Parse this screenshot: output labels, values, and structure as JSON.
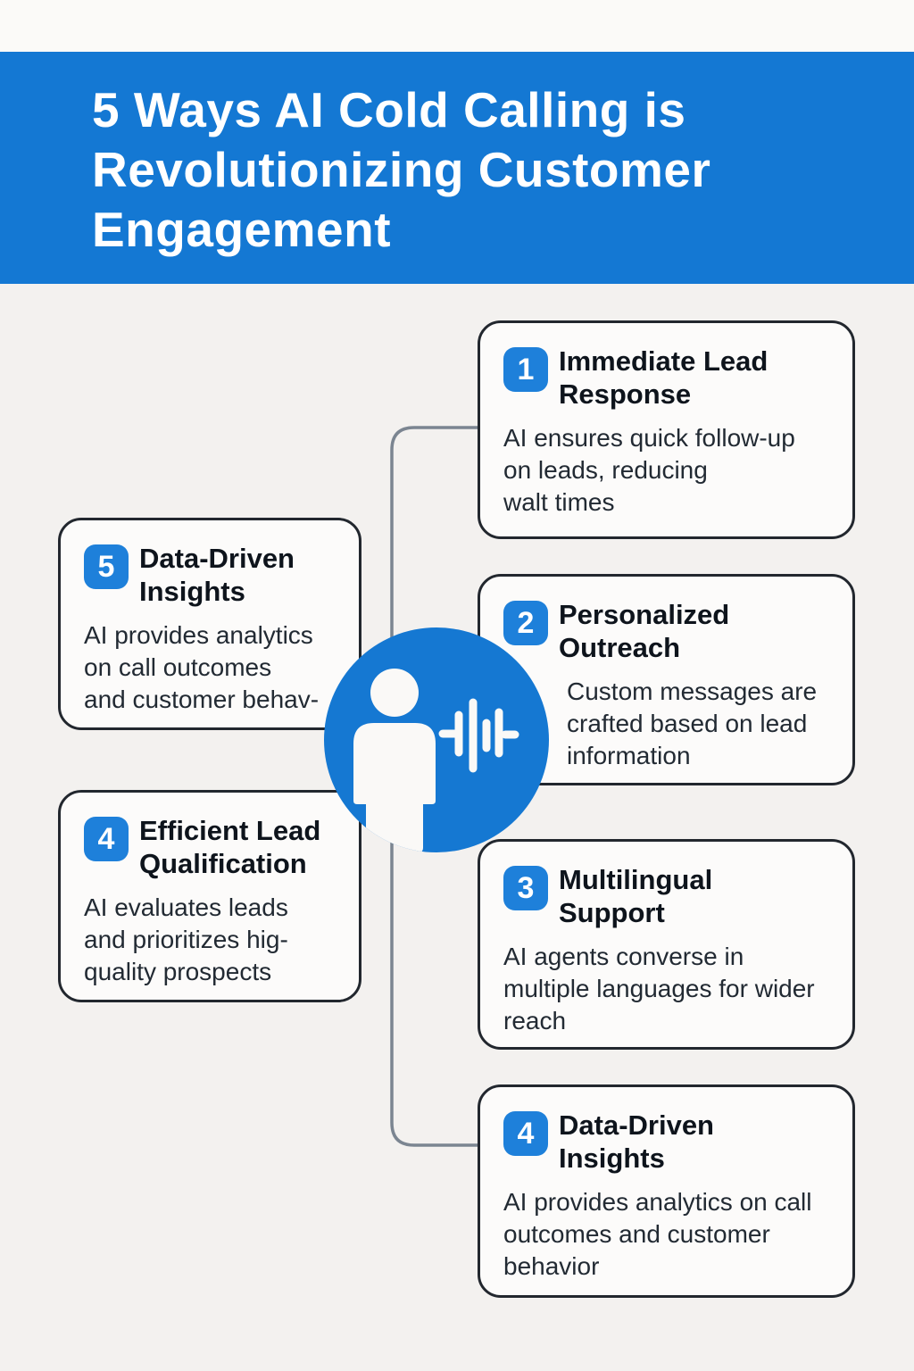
{
  "header": {
    "title": "5 Ways AI Cold Calling is\nRevolutionizing Customer\nEngagement"
  },
  "cards": {
    "right": [
      {
        "number": "1",
        "title": "Immediate Lead\nResponse",
        "body": "AI ensures quick follow-up\non leads, reducing\nwalt times"
      },
      {
        "number": "2",
        "title": "Personalized\nOutreach",
        "body": "Custom messages are\ncrafted based on lead\ninformation"
      },
      {
        "number": "3",
        "title": "Multilingual\nSupport",
        "body": "AI agents converse in\nmultiple languages for wider\nreach"
      },
      {
        "number": "4",
        "title": "Data-Driven\nInsights",
        "body": "AI provides analytics on call\noutcomes and customer\nbehavior"
      }
    ],
    "left": [
      {
        "number": "5",
        "title": "Data-Driven\nInsights",
        "body": "AI provides analytics\non call outcomes\nand customer behav-"
      },
      {
        "number": "4",
        "title": "Efficient Lead\nQualification",
        "body": "AI evaluates leads\nand prioritizes hig-\nquality prospects"
      }
    ]
  },
  "icons": {
    "center": "person-voice-waveform-icon",
    "connector": "connector-bracket"
  },
  "colors": {
    "banner_blue": "#1478d3",
    "badge_blue": "#1e80da",
    "circle_blue": "#1578d2",
    "card_background": "#fcfbfa",
    "card_border": "#22272e",
    "page_background": "#f3f1ef",
    "top_strip": "#fbfaf8",
    "connector_gray": "#7b8591",
    "title_text": "#0e141c",
    "body_text": "#222a33"
  }
}
